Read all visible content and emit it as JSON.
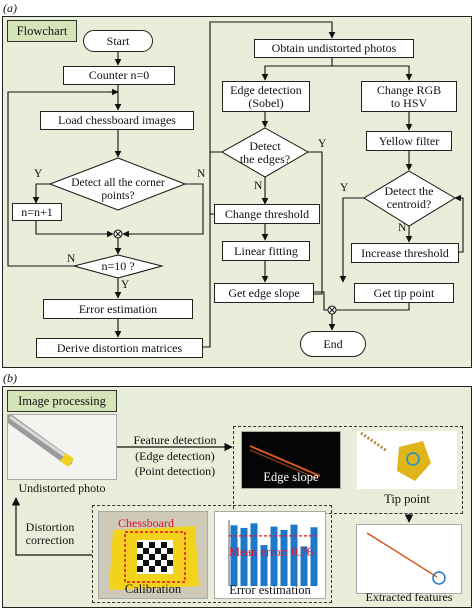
{
  "panel_a": {
    "tag": "(a)",
    "title": "Flowchart",
    "left": {
      "start": "Start",
      "counter": "Counter n=0",
      "load": "Load chessboard images",
      "detect_corners": "Detect all the corner points?",
      "y1": "Y",
      "n1": "N",
      "increment": "n=n+1",
      "check_n": "n=10 ?",
      "n2": "N",
      "y2": "Y",
      "error_est": "Error estimation",
      "derive": "Derive distortion matrices"
    },
    "right": {
      "obtain": "Obtain undistorted photos",
      "edge_det_1": "Edge detection",
      "edge_det_2": "(Sobel)",
      "change_rgb_1": "Change RGB",
      "change_rgb_2": "to HSV",
      "detect_edges_1": "Detect",
      "detect_edges_2": "the edges?",
      "y3": "Y",
      "n3": "N",
      "yellow_filter": "Yellow filter",
      "change_threshold": "Change threshold",
      "detect_centroid_1": "Detect the",
      "detect_centroid_2": "centroid?",
      "y4": "Y",
      "n4": "N",
      "linear_fitting": "Linear fitting",
      "increase_threshold": "Increase threshold",
      "edge_slope": "Get edge slope",
      "tip_point": "Get tip point",
      "end": "End"
    }
  },
  "panel_b": {
    "tag": "(b)",
    "title": "Image processing",
    "undistorted_photo": "Undistorted photo",
    "feature_detection": "Feature detection",
    "edge_detection": "(Edge detection)",
    "point_detection": "(Point detection)",
    "edge_slope": "Edge slope",
    "tip_point": "Tip point",
    "distortion_1": "Distortion",
    "distortion_2": "correction",
    "chessboard": "Chessboard",
    "calibration": "Calibration",
    "mean_error": "Mean error: 0.76",
    "error_estimation": "Error estimation",
    "extracted_features": "Extracted features"
  },
  "error_chart_data": {
    "type": "bar",
    "values": [
      0.92,
      0.88,
      0.95,
      0.62,
      0.9,
      0.85,
      0.93,
      0.6,
      0.89
    ],
    "mean": 0.76,
    "colors": {
      "bar": "#1e78c8",
      "mean_line": "#e0102a"
    }
  },
  "colors": {
    "panel_bg": "#e8eed9",
    "tab_bg": "#d6e5b9",
    "accent_red": "#e0102a",
    "yellow": "#f2d21a"
  }
}
